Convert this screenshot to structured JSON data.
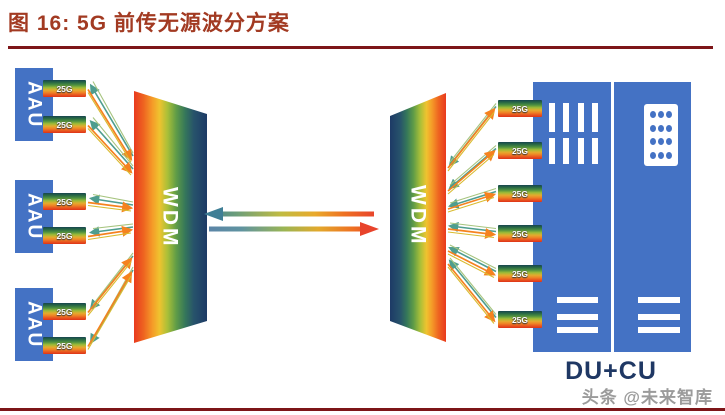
{
  "header": {
    "title": "图 16: 5G 前传无源波分方案"
  },
  "diagram": {
    "aau_units": [
      "AAU",
      "AAU",
      "AAU"
    ],
    "left_modules": [
      "25G",
      "25G",
      "25G",
      "25G",
      "25G",
      "25G"
    ],
    "right_modules": [
      "25G",
      "25G",
      "25G",
      "25G",
      "25G",
      "25G"
    ],
    "wdm_left": "WDM",
    "wdm_right": "WDM",
    "baseband_label": "DU+CU"
  },
  "watermark": "头条 @未来智库",
  "colors": {
    "title": "#A23A22",
    "rule": "#7D1518",
    "box_blue": "#4472C4",
    "label_navy": "#1F3864",
    "watermark_gray": "#9B9B9B",
    "arrow_orange": "#F5821F",
    "arrow_yellow": "#D9BB2F",
    "arrow_teal": "#4E9D8F"
  }
}
